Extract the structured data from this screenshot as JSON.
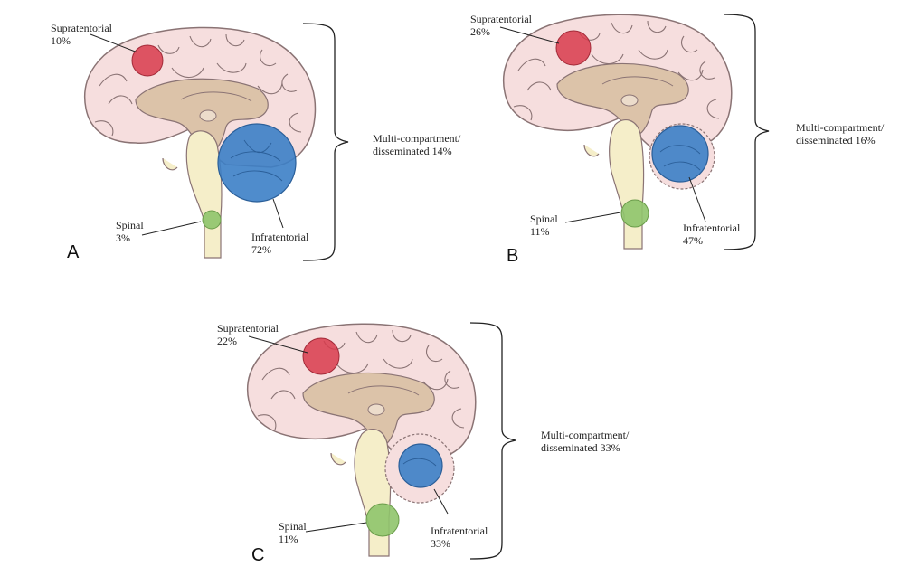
{
  "panels": [
    {
      "letter": "A",
      "supratentorial": {
        "label": "Supratentorial",
        "percent": "10%"
      },
      "infratentorial": {
        "label": "Infratentorial",
        "percent": "72%"
      },
      "spinal": {
        "label": "Spinal",
        "percent": "3%"
      },
      "multi": {
        "label": "Multi-compartment/",
        "percent": "disseminated 14%"
      }
    },
    {
      "letter": "B",
      "supratentorial": {
        "label": "Supratentorial",
        "percent": "26%"
      },
      "infratentorial": {
        "label": "Infratentorial",
        "percent": "47%"
      },
      "spinal": {
        "label": "Spinal",
        "percent": "11%"
      },
      "multi": {
        "label": "Multi-compartment/",
        "percent": "disseminated 16%"
      }
    },
    {
      "letter": "C",
      "supratentorial": {
        "label": "Supratentorial",
        "percent": "22%"
      },
      "infratentorial": {
        "label": "Infratentorial",
        "percent": "33%"
      },
      "spinal": {
        "label": "Spinal",
        "percent": "11%"
      },
      "multi": {
        "label": "Multi-compartment/",
        "percent": "disseminated 33%"
      }
    }
  ],
  "colors": {
    "cortex": "#f6dede",
    "cortex_stroke": "#8a7374",
    "deep": "#dcc3a9",
    "brainstem": "#f5eec9",
    "supratentorial": "#d83b4c",
    "infratentorial": "#3c7fc6",
    "spinal": "#8fc46b"
  }
}
